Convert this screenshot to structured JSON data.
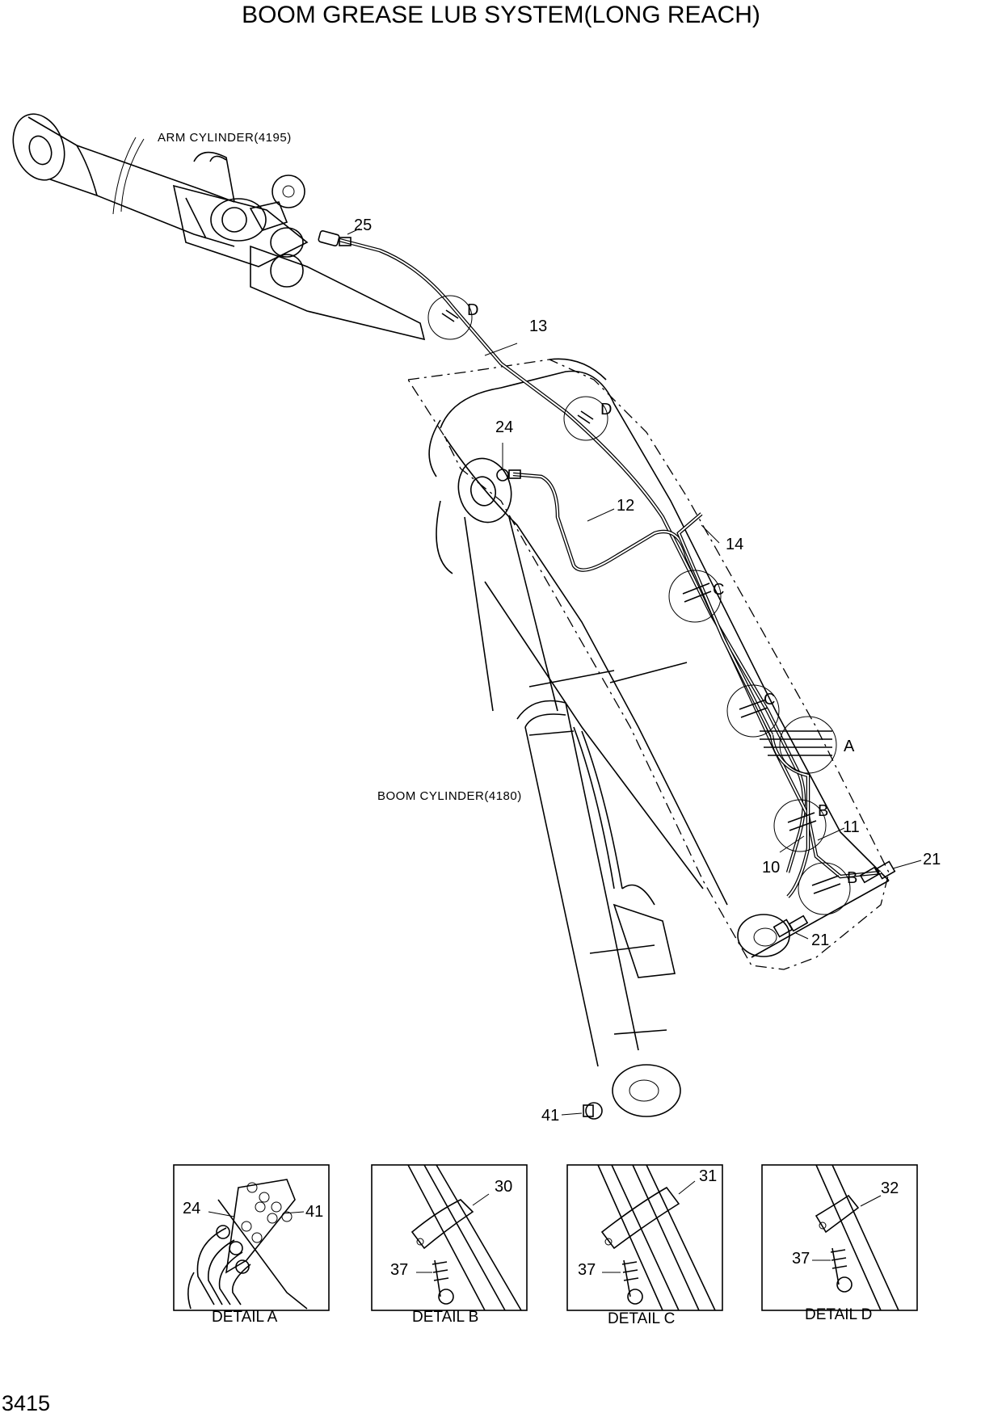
{
  "title": "BOOM GREASE LUB SYSTEM(LONG REACH)",
  "page_number": "3415",
  "labels": {
    "arm_cylinder": "ARM CYLINDER(4195)",
    "boom_cylinder": "BOOM CYLINDER(4180)"
  },
  "callouts": {
    "p25": "25",
    "p13": "13",
    "p24": "24",
    "p12": "12",
    "p14": "14",
    "p11": "11",
    "p10": "10",
    "p21a": "21",
    "p21b": "21",
    "p41": "41"
  },
  "detail_markers": {
    "d1": "D",
    "d2": "D",
    "c1": "C",
    "c2": "C",
    "a": "A",
    "b1": "B",
    "b2": "B"
  },
  "details": [
    {
      "caption": "DETAIL A",
      "parts": [
        "24",
        "41"
      ]
    },
    {
      "caption": "DETAIL B",
      "parts": [
        "30",
        "37"
      ]
    },
    {
      "caption": "DETAIL C",
      "parts": [
        "31",
        "37"
      ]
    },
    {
      "caption": "DETAIL D",
      "parts": [
        "32",
        "37"
      ]
    }
  ]
}
